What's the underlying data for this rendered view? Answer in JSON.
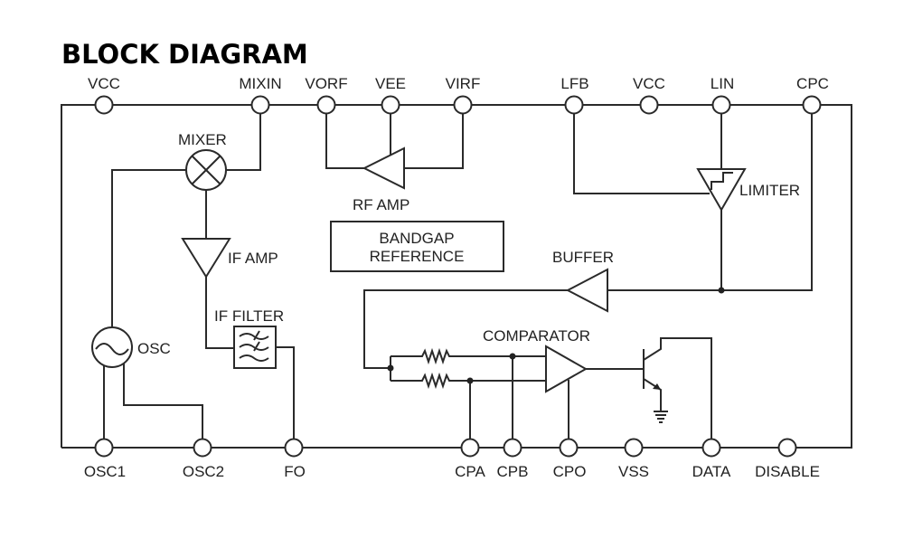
{
  "title": "BLOCK DIAGRAM",
  "pins_top": [
    "VCC",
    "MIXIN",
    "VORF",
    "VEE",
    "VIRF",
    "LFB",
    "VCC",
    "LIN",
    "CPC"
  ],
  "pins_bottom": [
    "OSC1",
    "OSC2",
    "FO",
    "CPA",
    "CPB",
    "CPO",
    "VSS",
    "DATA",
    "DISABLE"
  ],
  "blocks": {
    "mixer": "MIXER",
    "rf_amp": "RF AMP",
    "if_amp": "IF AMP",
    "if_filter": "IF FILTER",
    "osc": "OSC",
    "bandgap_line1": "BANDGAP",
    "bandgap_line2": "REFERENCE",
    "limiter": "LIMITER",
    "buffer": "BUFFER",
    "comparator": "COMPARATOR"
  }
}
